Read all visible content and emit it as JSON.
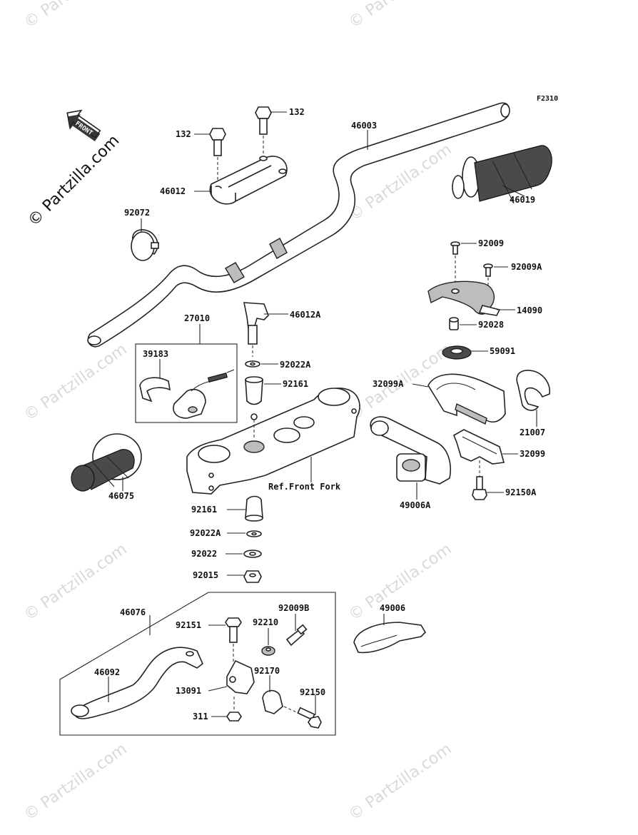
{
  "diagram_code": "F2310",
  "copyright": "© Partzilla.com",
  "watermark": "© Partzilla.com",
  "front_arrow": "FRONT",
  "ref_note": "Ref.Front Fork",
  "parts": {
    "p132a": "132",
    "p132b": "132",
    "p46003": "46003",
    "p46012": "46012",
    "p92072": "92072",
    "p46019": "46019",
    "p92009": "92009",
    "p92009A": "92009A",
    "p14090": "14090",
    "p92028": "92028",
    "p59091": "59091",
    "p27010": "27010",
    "p46012A": "46012A",
    "p39183": "39183",
    "p92022A_top": "92022A",
    "p92161_top": "92161",
    "p32099A": "32099A",
    "p21007": "21007",
    "p32099": "32099",
    "p46075": "46075",
    "p92150A": "92150A",
    "p49006A": "49006A",
    "p92161_bot": "92161",
    "p92022A_bot": "92022A",
    "p92022": "92022",
    "p92015": "92015",
    "p46076": "46076",
    "p49006": "49006",
    "p92151": "92151",
    "p92210": "92210",
    "p92009B": "92009B",
    "p46092": "46092",
    "p92170": "92170",
    "p13091": "13091",
    "p92150": "92150",
    "p311": "311"
  }
}
